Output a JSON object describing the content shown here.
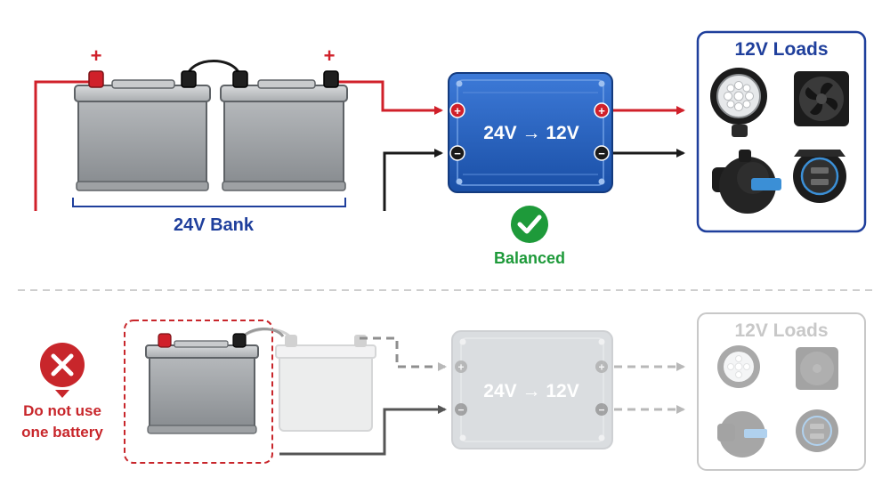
{
  "top": {
    "bank_label": "24V Bank",
    "converter_label": "24V → 12V",
    "status_label": "Balanced",
    "loads_title": "12V Loads",
    "plus_symbol": "+",
    "minus_symbol": "−"
  },
  "bottom": {
    "converter_label": "24V → 12V",
    "loads_title": "12V Loads",
    "warning_line1": "Do not use",
    "warning_line2": "one battery"
  },
  "colors": {
    "positive_wire": "#d0202a",
    "negative_wire": "#1a1a1a",
    "accent_blue": "#1f3f9c",
    "converter_blue": "#2462c4",
    "ok_green": "#1e9a3a",
    "warning_red": "#c8262b",
    "faded_gray": "#c8c8c8"
  },
  "icons": [
    "battery-icon",
    "converter-box",
    "check-circle-icon",
    "error-x-icon",
    "work-light-icon",
    "fan-icon",
    "water-pump-icon",
    "usb-socket-icon"
  ]
}
